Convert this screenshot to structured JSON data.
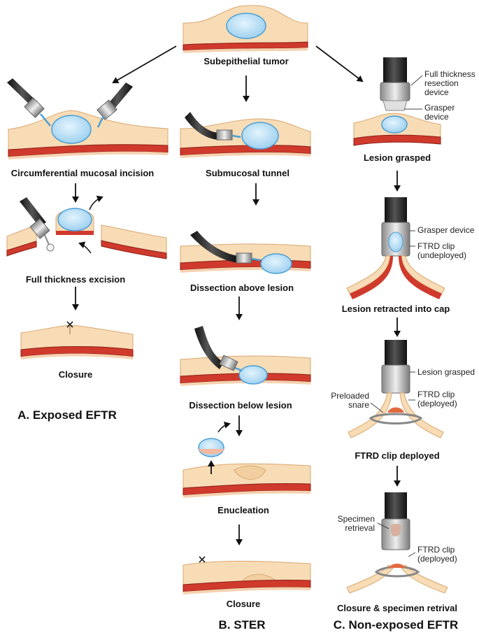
{
  "colors": {
    "mucosa": "#f7dcb6",
    "mucosa_edge": "#d9a872",
    "muscle": "#cf3a2c",
    "muscle_dark": "#8e1f17",
    "serosa": "#f5d2b0",
    "tumor": "#bfe3f7",
    "tumor_edge": "#4a9ed6",
    "scope": "#2a2a2a",
    "metal": "#c8c8c8"
  },
  "sections": {
    "a": "A. Exposed EFTR",
    "b": "B. STER",
    "c": "C. Non-exposed EFTR"
  },
  "labels": {
    "top": "Subepithelial tumor",
    "a1": "Circumferential mucosal incision",
    "a2": "Full thickness excision",
    "a3": "Closure",
    "b1": "Submucosal tunnel",
    "b2": "Dissection above lesion",
    "b3": "Dissection below lesion",
    "b4": "Enucleation",
    "b5": "Closure",
    "c1": "Lesion grasped",
    "c2": "Lesion retracted into cap",
    "c3": "FTRD clip deployed",
    "c4": "Closure & specimen retrival"
  },
  "annotations": {
    "ftrd_device": [
      "Full thickness",
      "resection",
      "device"
    ],
    "grasper_device_1": [
      "Grasper",
      "device"
    ],
    "grasper_device_2": "Grasper device",
    "clip_undeployed": [
      "FTRD clip",
      "(undeployed)"
    ],
    "lesion_grasped": "Lesion grasped",
    "preloaded_snare": [
      "Preloaded",
      "snare"
    ],
    "clip_deployed_1": [
      "FTRD clip",
      "(deployed)"
    ],
    "specimen_retrieval": [
      "Specimen",
      "retrieval"
    ],
    "clip_deployed_2": [
      "FTRD clip",
      "(deployed)"
    ]
  }
}
